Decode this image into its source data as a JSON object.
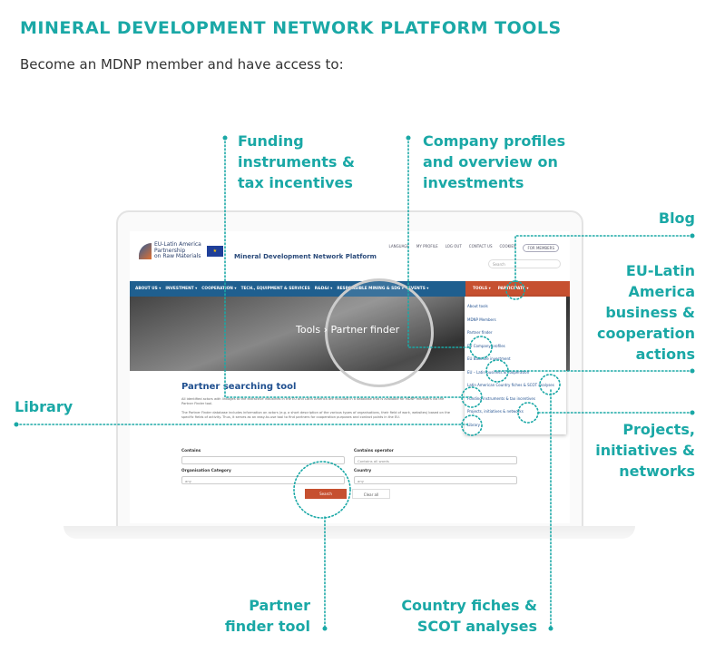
{
  "title": "MINERAL DEVELOPMENT NETWORK PLATFORM TOOLS",
  "subtitle": "Become an MDNP member and have access to:",
  "callouts": {
    "funding": [
      "Funding",
      "instruments &",
      "tax incentives"
    ],
    "company": [
      "Company profiles",
      "and overview on",
      "investments"
    ],
    "blog": [
      "Blog"
    ],
    "eulatin": [
      "EU-Latin",
      "America",
      "business &",
      "cooperation",
      "actions"
    ],
    "library": [
      "Library"
    ],
    "projects": [
      "Projects,",
      "initiatives &",
      "networks"
    ],
    "partner": [
      "Partner",
      "finder tool"
    ],
    "country": [
      "Country fiches &",
      "SCOT analyses"
    ]
  },
  "site": {
    "logo_text": [
      "EU-Latin America",
      "Partnership",
      "on Raw Materials"
    ],
    "platform_name": "Mineral Development Network Platform",
    "top_links": [
      "LANGUAGE",
      "MY PROFILE",
      "LOG OUT",
      "CONTACT US",
      "COOKIES",
      "FOR MEMBERS"
    ],
    "search_placeholder": "Search",
    "nav": [
      "ABOUT US ▾",
      "INVESTMENT ▾",
      "COOPERATION ▾",
      "TECH., EQUIPMENT & SERVICES",
      "R&D&I ▾",
      "RESPONSIBLE MINING & SDG ▾",
      "EVENTS ▾"
    ],
    "nav_right": [
      "TOOLS ▾",
      "PARTICIPATE ▾"
    ],
    "breadcrumb": "Tools › Partner finder",
    "menu": [
      "About tools",
      "MDNP Members",
      "Partner finder",
      "EU Company profiles",
      "EU Baseline investment",
      "EU – Latin business & cooperation",
      "Latin American Country fiches & SCOT analyses",
      "Funding instruments & tax incentives",
      "Projects, initiatives & networks",
      "Library"
    ],
    "heading": "Partner searching tool",
    "para1": "All identified actors with linkages to the extractive industries in the EU and Latin America are included in a database that is available for MDNP members via the Partner Finder tool.",
    "para2": "The Partner Finder database includes information on actors (e.g. a short description of the various types of organisations, their field of work, websites) based on the specific fields of activity. Thus, it serves as an easy-to-use tool to find partners for cooperation purposes and contact points in the EU.",
    "form": {
      "contains_label": "Contains",
      "operator_label": "Contains operator",
      "operator_value": "Contains all words",
      "category_label": "Organisation Category",
      "category_value": "any",
      "country_label": "Country",
      "country_value": "any",
      "search_btn": "Search",
      "clear_btn": "Clear all"
    }
  },
  "colors": {
    "accent": "#1aa8a6",
    "nav": "#1f5f8f",
    "nav_right": "#c65030"
  }
}
